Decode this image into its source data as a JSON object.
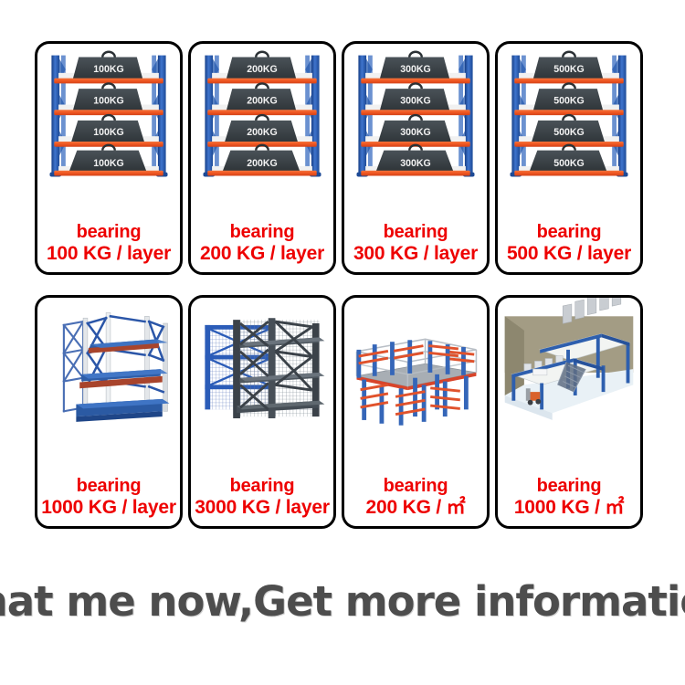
{
  "page": {
    "background": "#ffffff",
    "accent_red": "#ee0000",
    "banner_text_color": "#4d4d4d",
    "border_color": "#000000"
  },
  "banner": {
    "text": "Chat me now,Get more information"
  },
  "rows": [
    {
      "name": "light-medium-duty-row",
      "cards": [
        {
          "id": "card-100kg",
          "art_type": "shelf-rack",
          "weight_label": "100KG",
          "shelf_labels": [
            "100KG",
            "100KG",
            "100KG",
            "100KG"
          ],
          "caption_line1": "bearing",
          "caption_line2": "100 KG / layer",
          "upright_color": "#2e5fb5",
          "beam_color": "#f05a28",
          "block_color": "#3d4449"
        },
        {
          "id": "card-200kg",
          "art_type": "shelf-rack",
          "weight_label": "200KG",
          "shelf_labels": [
            "200KG",
            "200KG",
            "200KG",
            "200KG"
          ],
          "caption_line1": "bearing",
          "caption_line2": "200 KG / layer",
          "upright_color": "#2e5fb5",
          "beam_color": "#f05a28",
          "block_color": "#3d4449"
        },
        {
          "id": "card-300kg",
          "art_type": "shelf-rack",
          "weight_label": "300KG",
          "shelf_labels": [
            "300KG",
            "300KG",
            "300KG",
            "300KG"
          ],
          "caption_line1": "bearing",
          "caption_line2": "300 KG / layer",
          "upright_color": "#2e5fb5",
          "beam_color": "#f05a28",
          "block_color": "#3d4449"
        },
        {
          "id": "card-500kg",
          "art_type": "shelf-rack",
          "weight_label": "500KG",
          "shelf_labels": [
            "500KG",
            "500KG",
            "500KG",
            "500KG"
          ],
          "caption_line1": "bearing",
          "caption_line2": "500 KG / layer",
          "upright_color": "#2e5fb5",
          "beam_color": "#f05a28",
          "block_color": "#3d4449"
        }
      ]
    },
    {
      "name": "heavy-duty-row",
      "cards": [
        {
          "id": "card-1000kg-layer",
          "art_type": "drive-in-rack",
          "caption_line1": "bearing",
          "caption_line2": "1000 KG / layer"
        },
        {
          "id": "card-3000kg-layer",
          "art_type": "mesh-pallet-rack",
          "caption_line1": "bearing",
          "caption_line2": "3000 KG / layer"
        },
        {
          "id": "card-200kg-sqm",
          "art_type": "mezzanine-frame",
          "caption_line1": "bearing",
          "caption_line2_prefix": "200 KG / ",
          "caption_line2_unit": "㎡",
          "caption_line2": "200 KG / ㎡"
        },
        {
          "id": "card-1000kg-sqm",
          "art_type": "mezzanine-warehouse",
          "caption_line1": "bearing",
          "caption_line2_prefix": "1000 KG / ",
          "caption_line2_unit": "㎡",
          "caption_line2": "1000 KG / ㎡"
        }
      ]
    }
  ]
}
